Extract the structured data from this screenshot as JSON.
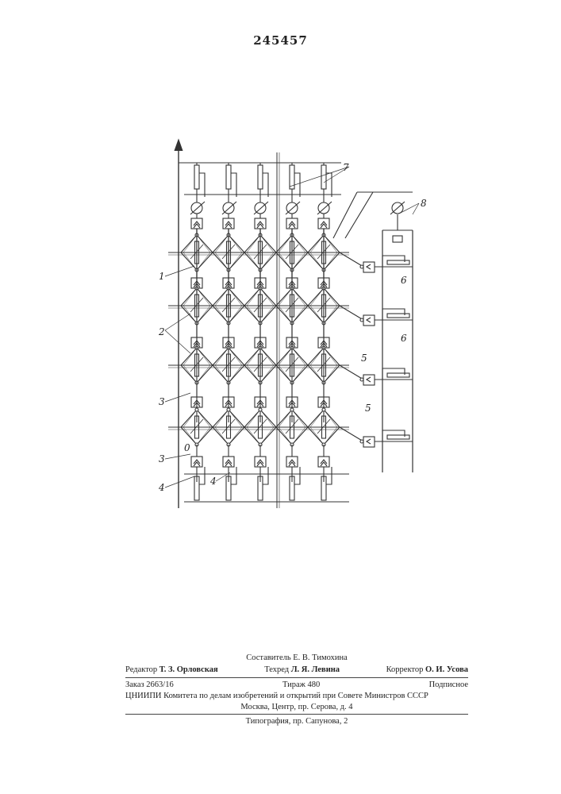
{
  "page_number": "245457",
  "callouts": [
    "7",
    "8",
    "1",
    "6",
    "6",
    "2",
    "5",
    "3",
    "5",
    "0",
    "3",
    "4",
    "4"
  ],
  "imprint": {
    "compiler": "Составитель Е. В. Тимохина",
    "editor_label": "Редактор",
    "editor_name": "Т. З. Орловская",
    "tech_label": "Техред",
    "tech_name": "Л. Я. Левина",
    "corrector_label": "Корректор",
    "corrector_name": "О. И. Усова",
    "order": "Заказ 2663/16",
    "circulation": "Тираж 480",
    "subscription": "Подписное",
    "institute_line1": "ЦНИИПИ Комитета по делам изобретений и открытий при Совете Министров СССР",
    "institute_line2": "Москва, Центр, пр. Серова, д. 4",
    "printer": "Типография, пр. Сапунова, 2"
  }
}
